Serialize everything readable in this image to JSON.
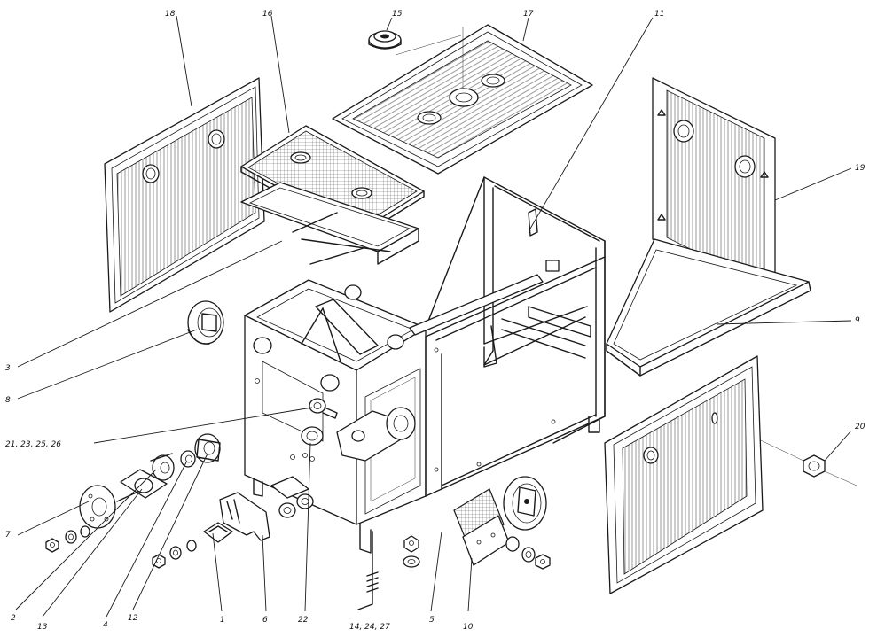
{
  "labels": {
    "l1": "1",
    "l2": "2",
    "l3": "3",
    "l4": "4",
    "l5": "5",
    "l6": "6",
    "l7": "7",
    "l8": "8",
    "l9": "9",
    "l10": "10",
    "l11": "11",
    "l12": "12",
    "l13": "13",
    "l14": "14, 24, 27",
    "l15": "15",
    "l16": "16",
    "l17": "17",
    "l18": "18",
    "l19": "19",
    "l20": "20",
    "l21": "21, 23, 25, 26",
    "l22": "22"
  }
}
